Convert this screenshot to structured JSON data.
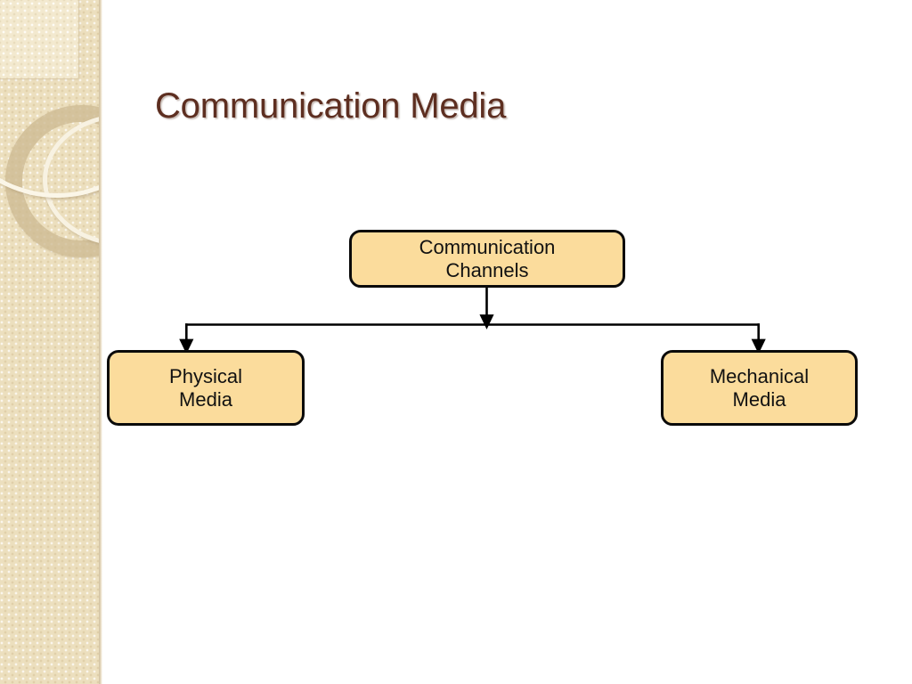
{
  "slide": {
    "title": "Communication Media",
    "background_color": "#ffffff",
    "title_color": "#5d2e20"
  },
  "sidebar": {
    "name": "decorative-theme-band",
    "base_color": "#ecdfbe",
    "panel_color": "#f3e9cf",
    "ring_light_color": "#fbf6e8",
    "ring_tan_color": "#cdba92",
    "edge_color": "#cfc0a0"
  },
  "diagram": {
    "type": "hierarchy",
    "node_fill": "#fbdc9c",
    "node_border": "#0a0a0a",
    "connector_color": "#000000",
    "root": {
      "id": "communication-channels",
      "label": "Communication\nChannels"
    },
    "children": [
      {
        "id": "physical-media",
        "label": "Physical\nMedia"
      },
      {
        "id": "mechanical-media",
        "label": "Mechanical\nMedia"
      }
    ]
  }
}
